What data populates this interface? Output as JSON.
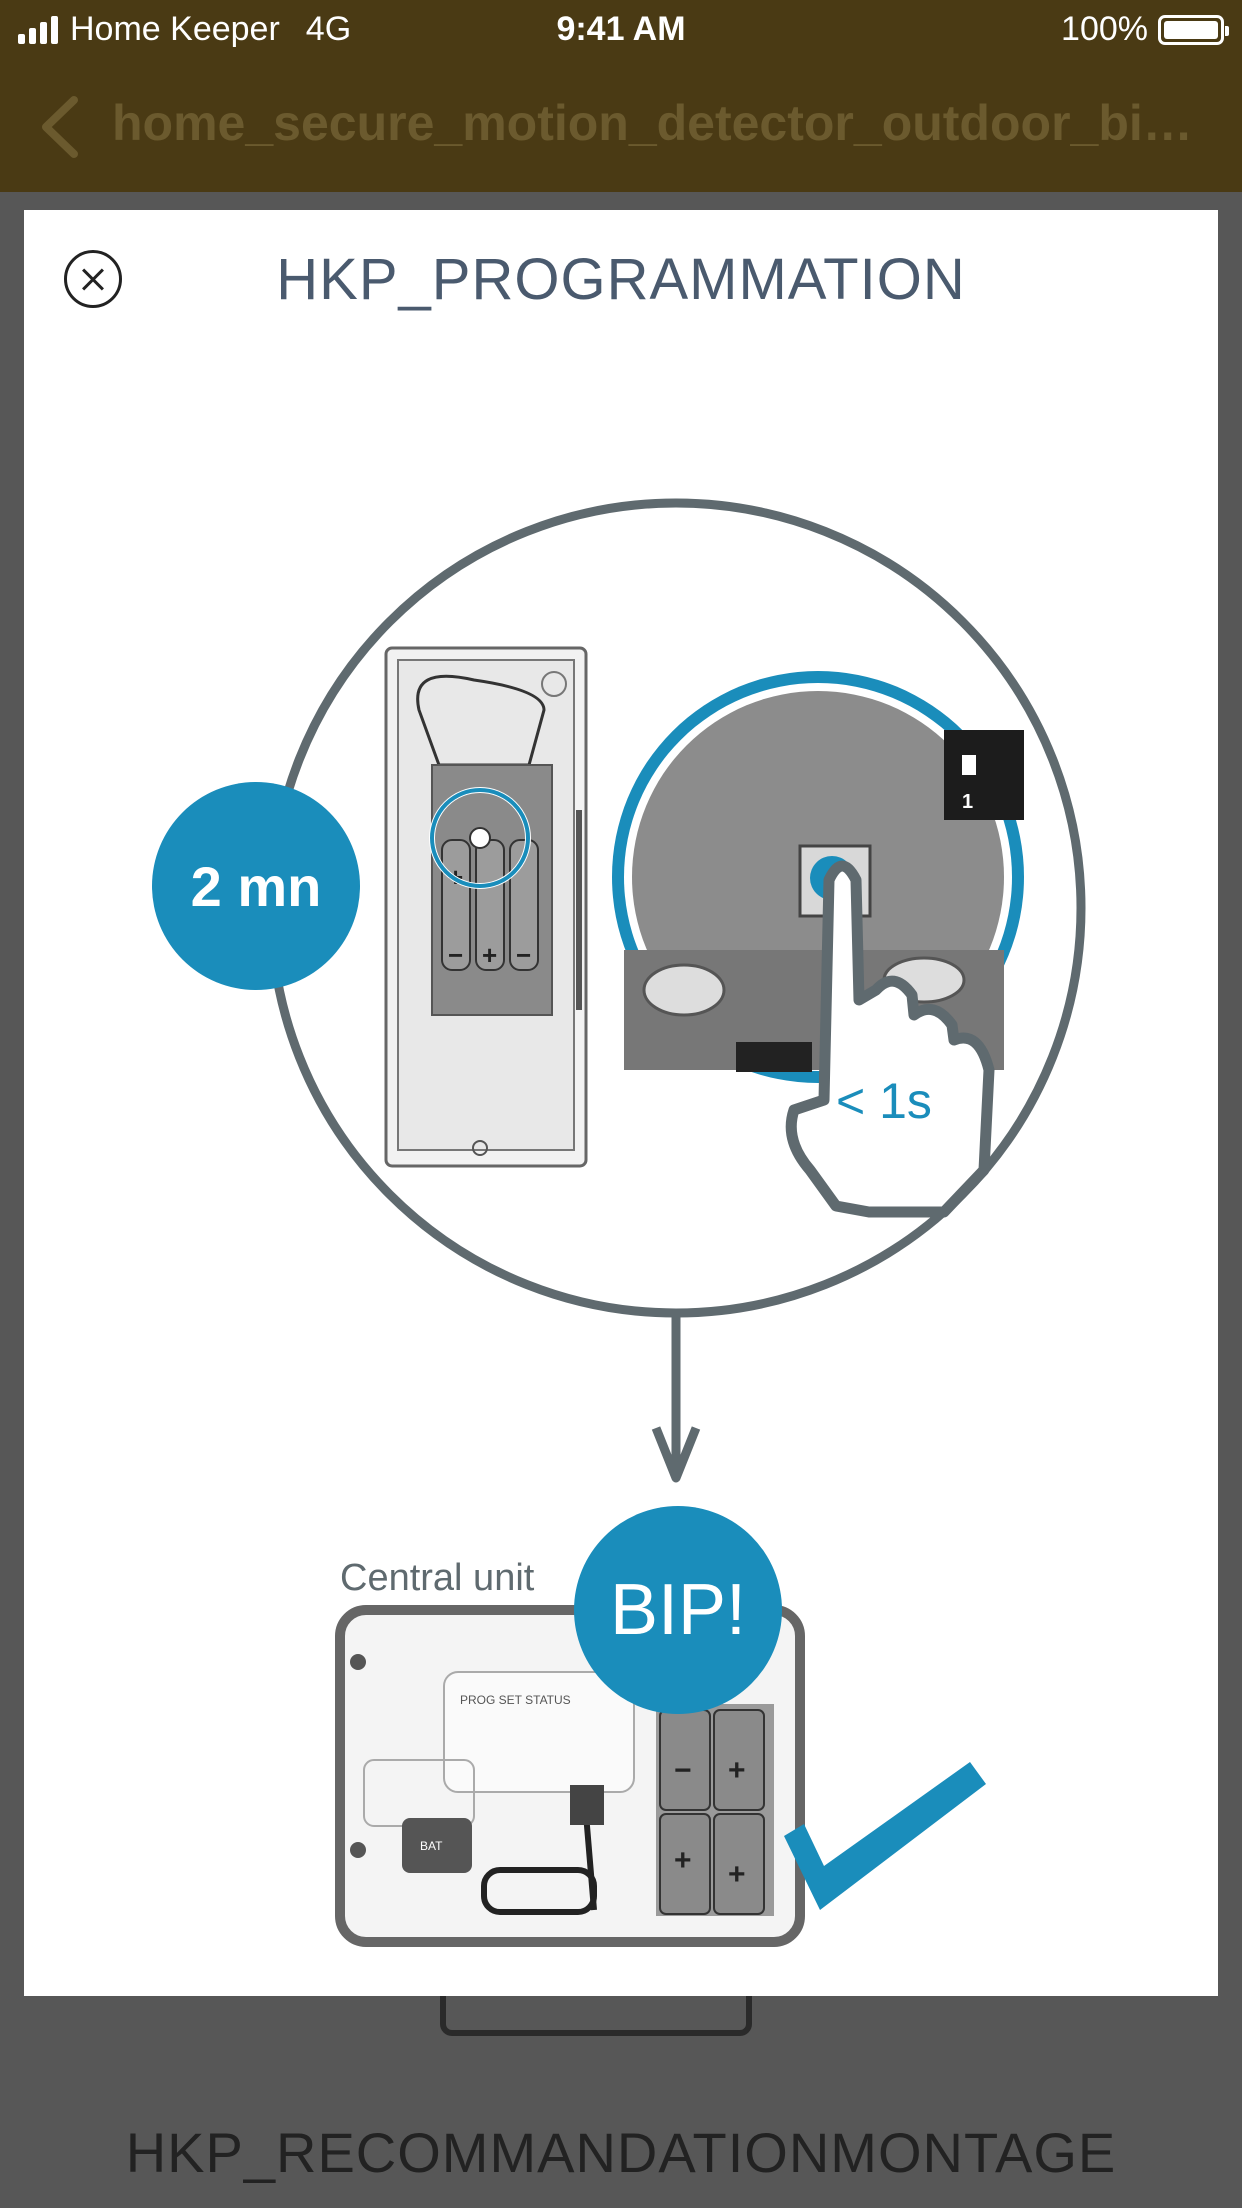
{
  "status_bar": {
    "carrier": "Home Keeper",
    "network": "4G",
    "time": "9:41 AM",
    "battery": "100%"
  },
  "nav": {
    "back_icon": "chevron-left-icon",
    "title": "home_secure_motion_detector_outdoor_bi_t…"
  },
  "background": {
    "caption": "HKP_RECOMMANDATIONMONTAGE"
  },
  "modal": {
    "close_icon": "close-circle-icon",
    "title": "HKP_PROGRAMMATION",
    "illustration": {
      "timer_badge": "2 mn",
      "press_label": "< 1s",
      "beep_label": "BIP!",
      "central_unit_label": "Central unit",
      "accent_color": "#1a8dbb"
    }
  }
}
